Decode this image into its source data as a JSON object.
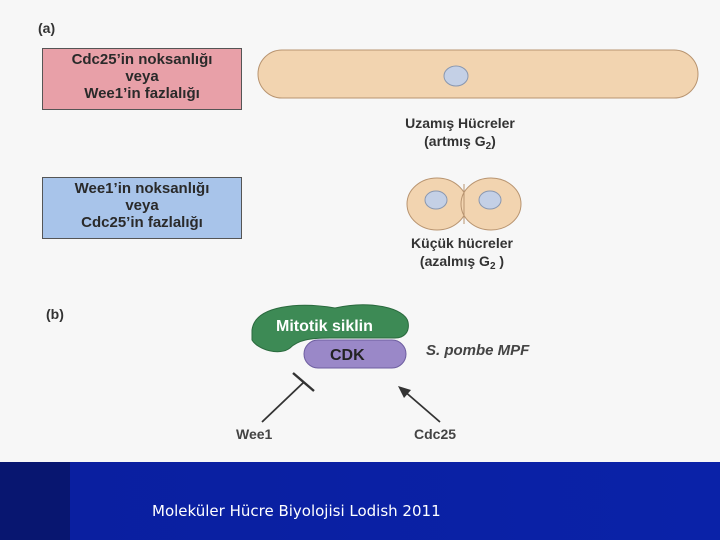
{
  "panel_a": {
    "label": "(a)",
    "condition_1": {
      "line1": "Cdc25’in noksanlığı",
      "line2": "veya",
      "line3": "Wee1’in fazlalığı",
      "color": "#e8a0a8"
    },
    "condition_2": {
      "line1": "Wee1’in noksanlığı",
      "line2": "veya",
      "line3": "Cdc25’in fazlalığı",
      "color": "#a8c4ea"
    },
    "result_1": {
      "line1": "Uzamış Hücreler",
      "line2_prefix": "(artmış G",
      "line2_sub": "2",
      "line2_suffix": ")"
    },
    "result_2": {
      "line1": "Küçük hücreler",
      "line2_prefix": "(azalmış G",
      "line2_sub": "2",
      "line2_suffix": " )"
    },
    "cell_color": "#f2d4b0",
    "nucleus_color": "#c4d0e6"
  },
  "panel_b": {
    "label": "(b)",
    "cyclin_label": "Mitotik siklin",
    "cdk_label": "CDK",
    "mpf_label": "S. pombe MPF",
    "inhibitor_label": "Wee1",
    "activator_label": "Cdc25",
    "cyclin_color": "#3d8a55",
    "cdk_color": "#9a88c8"
  },
  "footer": {
    "text": "Moleküler Hücre Biyolojisi Lodish 2011",
    "color": "#0a22a8"
  }
}
